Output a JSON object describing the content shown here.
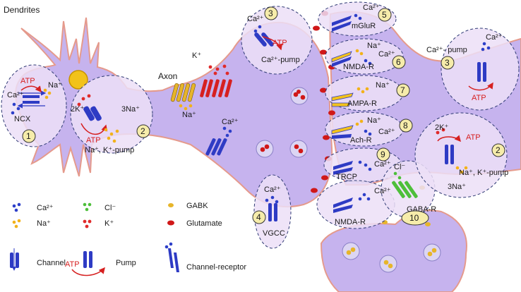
{
  "header": {
    "title": "Dendrites"
  },
  "labels": {
    "axon": "Axon",
    "ncx": "NCX",
    "na_k_pump": "Na⁺, K⁺-pump",
    "ca_pump": "Ca²⁺-pump",
    "ca_pump_right": "Ca²⁺- pump",
    "na_k_pump_right": "Na⁺, K⁺-pump",
    "mglur": "mGluR",
    "nmda_r": "NMDA-R",
    "ampa_r": "AMPA-R",
    "ach_r": "Ach-R",
    "trcp": "TRCP",
    "nmda_r_lower": "NMDA-R",
    "gaba_r": "GABA-R",
    "vgcc": "VGCC",
    "atp": "ATP",
    "ion_ca": "Ca²⁺",
    "ion_na": "Na⁺",
    "ion_k": "K⁺",
    "ion_cl": "Cl⁻",
    "ion_2k": "2K⁺",
    "ion_3na": "3Na⁺"
  },
  "markers": [
    "1",
    "2",
    "3",
    "4",
    "5",
    "6",
    "7",
    "8",
    "9",
    "10"
  ],
  "legend": {
    "ca": "Ca²⁺",
    "cl": "Cl⁻",
    "gabk": "GABK",
    "na": "Na⁺",
    "k": "K⁺",
    "glutamate": "Glutamate",
    "channel": "Channel",
    "atp": "ATP",
    "pump": "Pump",
    "channel_receptor": "Channel-receptor"
  },
  "colors": {
    "cell_fill": "#c6b3ee",
    "cell_stroke": "#e59a8c",
    "inset_fill": "#ecdff7",
    "ca_ion": "#2d3fc9",
    "na_ion": "#f2b21a",
    "k_ion": "#e02a2a",
    "cl_ion": "#4dbf3a",
    "glutamate": "#d01818",
    "gabk": "#e7b52a",
    "channel": "#2e3bc4",
    "marker_fill": "#f6ecaa"
  }
}
